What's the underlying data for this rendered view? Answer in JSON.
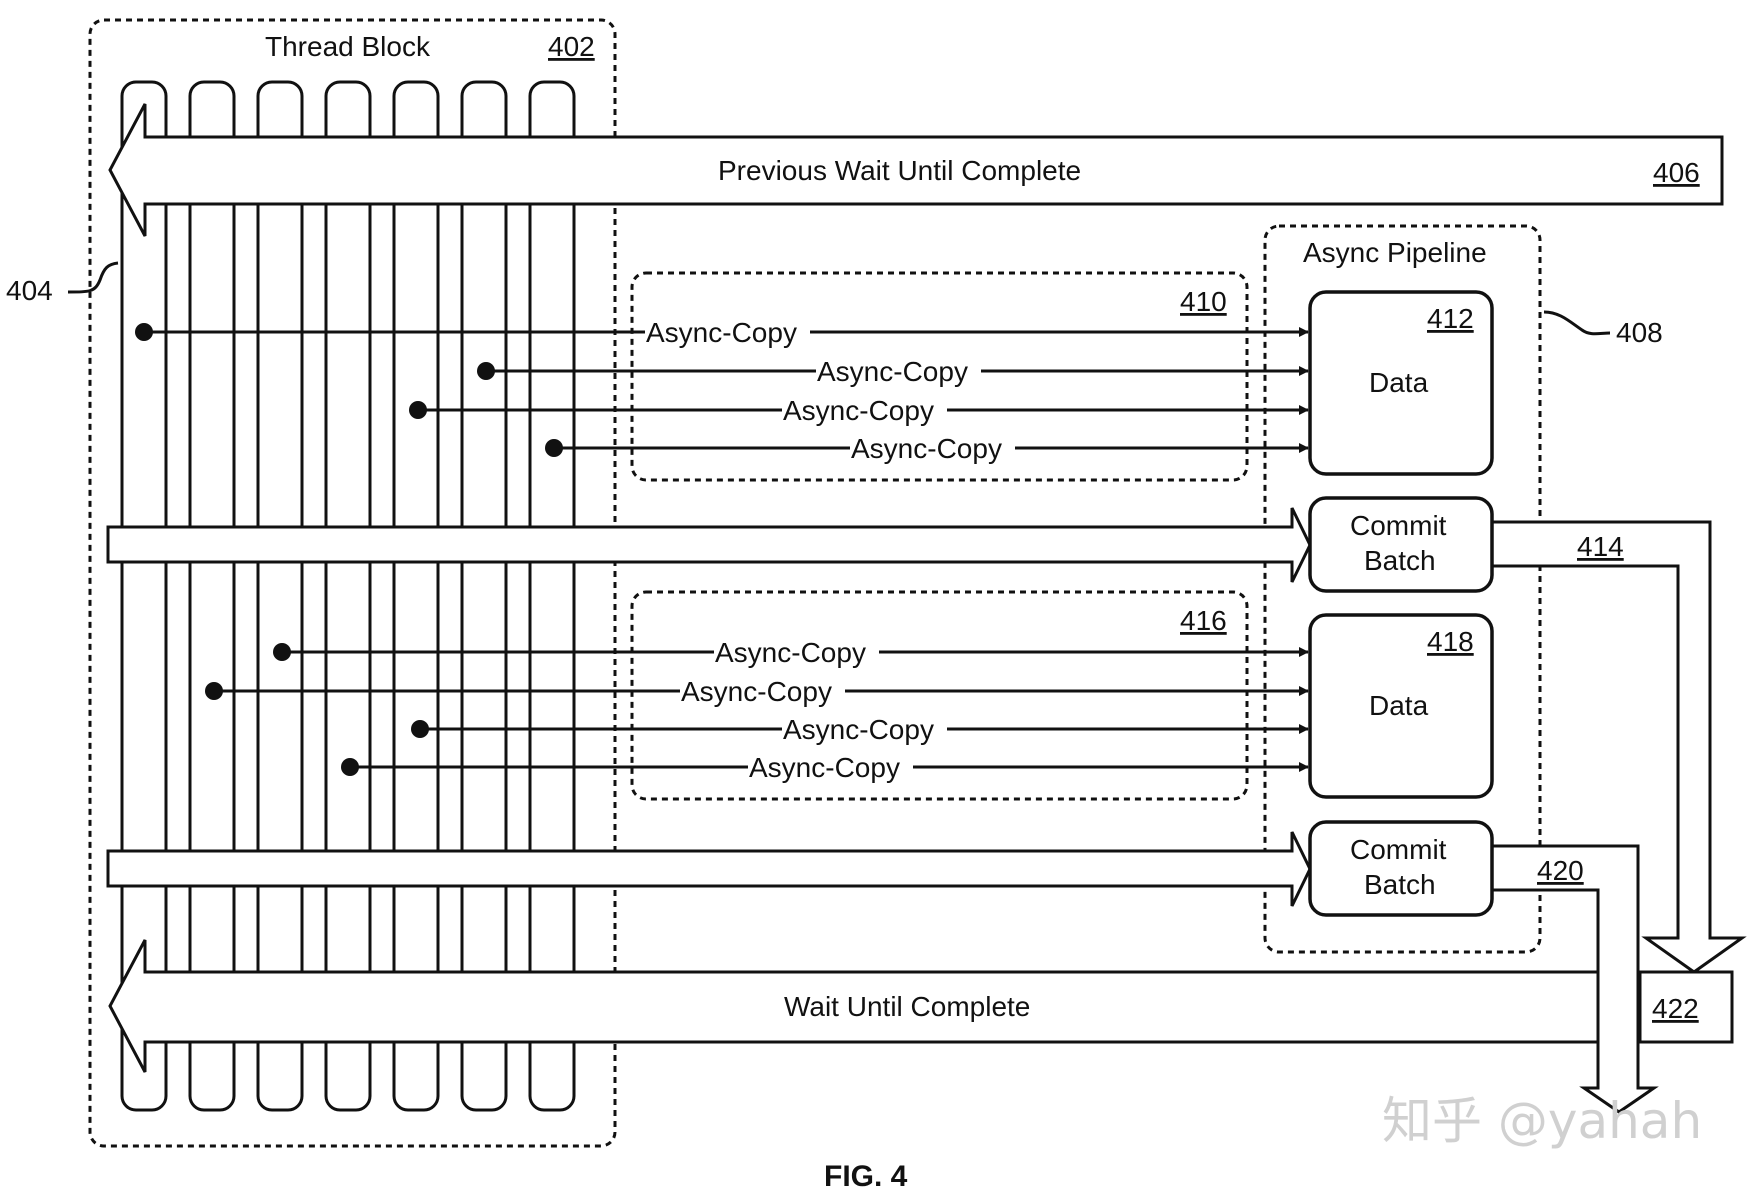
{
  "diagram": {
    "thread_block": {
      "title": "Thread Block",
      "ref": "402"
    },
    "thread_ref": "404",
    "previous_wait": {
      "label": "Previous Wait Until Complete",
      "ref": "406"
    },
    "async_pipeline": {
      "title": "Async Pipeline",
      "ref": "408"
    },
    "batch_group_1": {
      "ref": "410"
    },
    "data_1": {
      "label": "Data",
      "ref": "412"
    },
    "commit_1": {
      "line1": "Commit",
      "line2": "Batch",
      "ref": "414"
    },
    "batch_group_2": {
      "ref": "416"
    },
    "data_2": {
      "label": "Data",
      "ref": "418"
    },
    "commit_2": {
      "line1": "Commit",
      "line2": "Batch",
      "ref": "420"
    },
    "wait_until": {
      "label": "Wait Until Complete",
      "ref": "422"
    },
    "copies_group_1": [
      "Async-Copy",
      "Async-Copy",
      "Async-Copy",
      "Async-Copy"
    ],
    "copies_group_2": [
      "Async-Copy",
      "Async-Copy",
      "Async-Copy",
      "Async-Copy"
    ],
    "figure_caption": "FIG. 4",
    "watermark": "知乎 @yahah"
  }
}
